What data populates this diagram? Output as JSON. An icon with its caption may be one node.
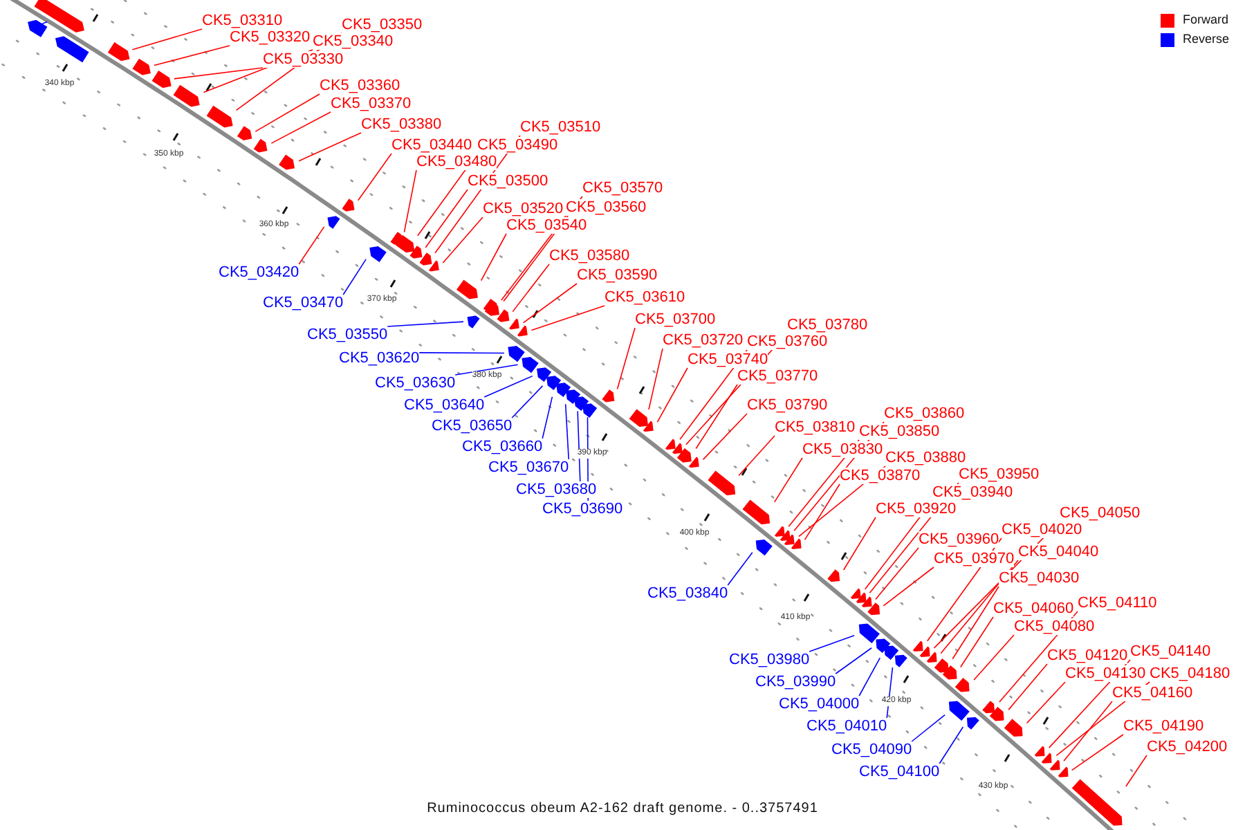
{
  "diagram": {
    "caption": "Ruminococcus obeum A2-162 draft genome. - 0..3757491",
    "nodes": [
      {
        "text": [
          "CK5_03310"
        ]
      },
      {
        "text": [],
        "shape": "bar"
      },
      {
        "text": [
          "CK5_03320"
        ]
      },
      {
        "text": [],
        "shape": "bar"
      },
      {
        "text": [
          "CK5_03350"
        ]
      },
      {
        "text": [],
        "shape": "bar"
      },
      {
        "text": [
          "CK5_03340"
        ]
      },
      {
        "text": [],
        "shape": "bar"
      },
      {
        "text": [
          "CK5_03330"
        ]
      },
      {
        "text": [],
        "shape": "bar"
      },
      {
        "text": [
          "CK5_03360"
        ]
      },
      {
        "text": [],
        "shape": "bar"
      },
      {
        "text": [
          "CK5_03370"
        ]
      },
      {
        "text": [],
        "shape": "bar"
      },
      {
        "text": [
          "CK5_03380"
        ]
      },
      {
        "text": [],
        "shape": "bar"
      },
      {
        "text": [
          "CK5_03440"
        ]
      },
      {
        "text": [],
        "shape": "bar"
      },
      {
        "text": [
          "CK5_03490"
        ]
      },
      {
        "text": [],
        "shape": "bar"
      },
      {
        "text": [
          "CK5_03510"
        ]
      },
      {
        "text": [],
        "shape": "bar"
      },
      {
        "text": [
          "CK5_03480"
        ]
      },
      {
        "text": [],
        "shape": "bar"
      },
      {
        "text": [
          "CK5_03500"
        ]
      },
      {
        "text": [],
        "shape": "bar"
      },
      {
        "text": [
          "CK5_03570"
        ]
      },
      {
        "text": [],
        "shape": "bar"
      },
      {
        "text": [
          "CK5_03560"
        ]
      },
      {
        "text": [],
        "shape": "bar"
      },
      {
        "text": [
          "CK5_03520"
        ]
      },
      {
        "text": [],
        "shape": "bar"
      },
      {
        "text": [
          "CK5_03540"
        ]
      },
      {
        "text": [],
        "shape": "bar"
      },
      {
        "text": [
          "CK5_03580"
        ]
      },
      {
        "text": [],
        "shape": "bar"
      },
      {
        "text": [
          "CK5_03590"
        ]
      },
      {
        "text": [],
        "shape": "bar"
      },
      {
        "text": [
          "CK5_03610"
        ]
      },
      {
        "text": [],
        "shape": "bar"
      },
      {
        "text": [
          "CK5_03700"
        ]
      },
      {
        "text": [],
        "shape": "bar"
      },
      {
        "text": [
          "CK5_03720"
        ]
      },
      {
        "text": [],
        "shape": "bar"
      },
      {
        "text": [
          "CK5_03760"
        ]
      },
      {
        "text": [],
        "shape": "bar"
      },
      {
        "text": [
          "CK5_03780"
        ]
      },
      {
        "text": [],
        "shape": "bar"
      },
      {
        "text": [
          "CK5_03740"
        ]
      },
      {
        "text": [],
        "shape": "bar"
      },
      {
        "text": [
          "CK5_03770"
        ]
      },
      {
        "text": [],
        "shape": "bar"
      },
      {
        "text": [
          "CK5_03790"
        ]
      },
      {
        "text": [],
        "shape": "bar"
      },
      {
        "text": [
          "CK5_03810"
        ]
      },
      {
        "text": [],
        "shape": "bar"
      },
      {
        "text": [
          "CK5_03860"
        ]
      },
      {
        "text": [],
        "shape": "bar"
      },
      {
        "text": [
          "CK5_03850"
        ]
      },
      {
        "text": [],
        "shape": "bar"
      },
      {
        "text": [
          "CK5_03830"
        ]
      },
      {
        "text": [],
        "shape": "bar"
      },
      {
        "text": [
          "CK5_03880"
        ]
      },
      {
        "text": [],
        "shape": "bar"
      },
      {
        "text": [
          "CK5_03870"
        ]
      },
      {
        "text": [],
        "shape": "bar"
      },
      {
        "text": [
          "CK5_03950"
        ]
      },
      {
        "text": [],
        "shape": "bar"
      },
      {
        "text": [
          "CK5_03940"
        ]
      },
      {
        "text": [],
        "shape": "bar"
      },
      {
        "text": [
          "CK5_03920"
        ]
      },
      {
        "text": [],
        "shape": "bar"
      },
      {
        "text": [
          "CK5_03960"
        ]
      },
      {
        "text": [],
        "shape": "bar"
      },
      {
        "text": [
          "CK5_04020"
        ]
      },
      {
        "text": [],
        "shape": "bar"
      },
      {
        "text": [
          "CK5_04050"
        ]
      },
      {
        "text": [],
        "shape": "bar"
      },
      {
        "text": [
          "CK5_03970"
        ]
      },
      {
        "text": [],
        "shape": "bar"
      },
      {
        "text": [
          "CK5_04040"
        ]
      },
      {
        "text": [],
        "shape": "bar"
      },
      {
        "text": [
          "CK5_04030"
        ]
      },
      {
        "text": [],
        "shape": "bar"
      },
      {
        "text": [
          "CK5_04110"
        ]
      },
      {
        "text": [],
        "shape": "bar"
      },
      {
        "text": [
          "CK5_04060"
        ]
      },
      {
        "text": [],
        "shape": "bar"
      },
      {
        "text": [
          "CK5_04080"
        ]
      },
      {
        "text": [],
        "shape": "bar"
      },
      {
        "text": [
          "CK5_04120"
        ]
      },
      {
        "text": [],
        "shape": "bar"
      },
      {
        "text": [
          "CK5_04140"
        ]
      },
      {
        "text": [],
        "shape": "bar"
      },
      {
        "text": [
          "CK5_04130"
        ]
      },
      {
        "text": [],
        "shape": "bar"
      },
      {
        "text": [
          "CK5_04180"
        ]
      },
      {
        "text": [],
        "shape": "bar"
      },
      {
        "text": [
          "CK5_04160"
        ]
      },
      {
        "text": [],
        "shape": "bar"
      },
      {
        "text": [
          "CK5_04190"
        ]
      },
      {
        "text": [],
        "shape": "bar"
      },
      {
        "text": [
          "CK5_04200"
        ]
      },
      {
        "text": [],
        "shape": "bar"
      },
      {
        "text": [
          "CK5_03420"
        ]
      },
      {
        "text": [],
        "shape": "bar"
      },
      {
        "text": [
          "CK5_03470"
        ]
      },
      {
        "text": [],
        "shape": "bar"
      },
      {
        "text": [
          "CK5_03550"
        ]
      },
      {
        "text": [],
        "shape": "bar"
      },
      {
        "text": [
          "CK5_03620"
        ]
      },
      {
        "text": [],
        "shape": "bar"
      },
      {
        "text": [
          "CK5_03630"
        ]
      },
      {
        "text": [],
        "shape": "bar"
      },
      {
        "text": [
          "CK5_03640"
        ]
      },
      {
        "text": [],
        "shape": "bar"
      },
      {
        "text": [
          "CK5_03650"
        ]
      },
      {
        "text": [],
        "shape": "bar"
      },
      {
        "text": [
          "CK5_03660"
        ]
      },
      {
        "text": [],
        "shape": "bar"
      },
      {
        "text": [
          "CK5_03670"
        ]
      },
      {
        "text": [],
        "shape": "bar"
      },
      {
        "text": [
          "CK5_03680"
        ]
      },
      {
        "text": [],
        "shape": "bar"
      },
      {
        "text": [
          "CK5_03690"
        ]
      },
      {
        "text": [],
        "shape": "bar"
      },
      {
        "text": [
          "CK5_03840"
        ]
      },
      {
        "text": [],
        "shape": "bar"
      },
      {
        "text": [
          "CK5_03980"
        ]
      },
      {
        "text": [],
        "shape": "bar"
      },
      {
        "text": [
          "CK5_03990"
        ]
      },
      {
        "text": [],
        "shape": "bar"
      },
      {
        "text": [
          "CK5_04000"
        ]
      },
      {
        "text": [],
        "shape": "bar"
      },
      {
        "text": [
          "CK5_04010"
        ]
      },
      {
        "text": [],
        "shape": "bar"
      },
      {
        "text": [
          "CK5_04090"
        ]
      },
      {
        "text": [],
        "shape": "bar"
      },
      {
        "text": [
          "CK5_04100"
        ]
      },
      {
        "text": [],
        "shape": "bar"
      },
      {
        "text": [],
        "shape": "bar"
      },
      {
        "text": [],
        "shape": "bar"
      },
      {
        "text": [],
        "shape": "bar"
      }
    ],
    "edges": [
      {
        "from": 0,
        "to": 1,
        "arrow": "none"
      },
      {
        "from": 2,
        "to": 3,
        "arrow": "none"
      },
      {
        "from": 4,
        "to": 5,
        "arrow": "none"
      },
      {
        "from": 6,
        "to": 7,
        "arrow": "none"
      },
      {
        "from": 8,
        "to": 9,
        "arrow": "none"
      },
      {
        "from": 10,
        "to": 11,
        "arrow": "none"
      },
      {
        "from": 12,
        "to": 13,
        "arrow": "none"
      },
      {
        "from": 14,
        "to": 15,
        "arrow": "none"
      },
      {
        "from": 16,
        "to": 17,
        "arrow": "none"
      },
      {
        "from": 18,
        "to": 19,
        "arrow": "none"
      },
      {
        "from": 20,
        "to": 21,
        "arrow": "none"
      },
      {
        "from": 22,
        "to": 23,
        "arrow": "none"
      },
      {
        "from": 24,
        "to": 25,
        "arrow": "none"
      },
      {
        "from": 26,
        "to": 27,
        "arrow": "none"
      },
      {
        "from": 28,
        "to": 29,
        "arrow": "none"
      },
      {
        "from": 30,
        "to": 31,
        "arrow": "none"
      },
      {
        "from": 32,
        "to": 33,
        "arrow": "none"
      },
      {
        "from": 34,
        "to": 35,
        "arrow": "none"
      },
      {
        "from": 36,
        "to": 37,
        "arrow": "none"
      },
      {
        "from": 38,
        "to": 39,
        "arrow": "none"
      },
      {
        "from": 40,
        "to": 41,
        "arrow": "none"
      },
      {
        "from": 42,
        "to": 43,
        "arrow": "none"
      },
      {
        "from": 44,
        "to": 45,
        "arrow": "none"
      },
      {
        "from": 46,
        "to": 47,
        "arrow": "none"
      },
      {
        "from": 48,
        "to": 49,
        "arrow": "none"
      },
      {
        "from": 50,
        "to": 51,
        "arrow": "none"
      },
      {
        "from": 52,
        "to": 53,
        "arrow": "none"
      },
      {
        "from": 54,
        "to": 55,
        "arrow": "none"
      },
      {
        "from": 56,
        "to": 57,
        "arrow": "none"
      },
      {
        "from": 58,
        "to": 59,
        "arrow": "none"
      },
      {
        "from": 60,
        "to": 61,
        "arrow": "none"
      },
      {
        "from": 62,
        "to": 63,
        "arrow": "none"
      },
      {
        "from": 64,
        "to": 65,
        "arrow": "none"
      },
      {
        "from": 66,
        "to": 67,
        "arrow": "none"
      },
      {
        "from": 68,
        "to": 69,
        "arrow": "none"
      },
      {
        "from": 70,
        "to": 71,
        "arrow": "none"
      },
      {
        "from": 72,
        "to": 73,
        "arrow": "none"
      },
      {
        "from": 74,
        "to": 75,
        "arrow": "none"
      },
      {
        "from": 76,
        "to": 77,
        "arrow": "none"
      },
      {
        "from": 78,
        "to": 79,
        "arrow": "none"
      },
      {
        "from": 80,
        "to": 81,
        "arrow": "none"
      },
      {
        "from": 82,
        "to": 83,
        "arrow": "none"
      },
      {
        "from": 84,
        "to": 85,
        "arrow": "none"
      },
      {
        "from": 86,
        "to": 87,
        "arrow": "none"
      },
      {
        "from": 88,
        "to": 89,
        "arrow": "none"
      },
      {
        "from": 90,
        "to": 91,
        "arrow": "none"
      },
      {
        "from": 92,
        "to": 93,
        "arrow": "none"
      },
      {
        "from": 94,
        "to": 95,
        "arrow": "none"
      },
      {
        "from": 96,
        "to": 97,
        "arrow": "none"
      },
      {
        "from": 98,
        "to": 99,
        "arrow": "none"
      },
      {
        "from": 100,
        "to": 101,
        "arrow": "none"
      },
      {
        "from": 102,
        "to": 103,
        "arrow": "none"
      },
      {
        "from": 104,
        "to": 105,
        "arrow": "none"
      },
      {
        "from": 106,
        "to": 107,
        "arrow": "none",
        "color": "#0000ff"
      },
      {
        "from": 108,
        "to": 109,
        "arrow": "none",
        "color": "#0000ff"
      },
      {
        "from": 110,
        "to": 111,
        "arrow": "none",
        "color": "#0000ff"
      },
      {
        "from": 112,
        "to": 113,
        "arrow": "none",
        "color": "#0000ff"
      },
      {
        "from": 114,
        "to": 115,
        "arrow": "none",
        "color": "#0000ff"
      },
      {
        "from": 116,
        "to": 117,
        "arrow": "none",
        "color": "#0000ff"
      },
      {
        "from": 118,
        "to": 119,
        "arrow": "none",
        "color": "#0000ff"
      },
      {
        "from": 120,
        "to": 121,
        "arrow": "none",
        "color": "#0000ff"
      },
      {
        "from": 122,
        "to": 123,
        "arrow": "none",
        "color": "#0000ff"
      },
      {
        "from": 124,
        "to": 125,
        "arrow": "none",
        "color": "#0000ff"
      },
      {
        "from": 126,
        "to": 127,
        "arrow": "none",
        "color": "#0000ff"
      },
      {
        "from": 128,
        "to": 129,
        "arrow": "none",
        "color": "#0000ff"
      },
      {
        "from": 130,
        "to": 131,
        "arrow": "none",
        "color": "#0000ff"
      },
      {
        "from": 132,
        "to": 133,
        "arrow": "none",
        "color": "#0000ff"
      },
      {
        "from": 134,
        "to": 135,
        "arrow": "none",
        "color": "#0000ff"
      },
      {
        "from": 136,
        "to": 137,
        "arrow": "none",
        "color": "#0000ff"
      },
      {
        "from": 138,
        "to": 139,
        "arrow": "none",
        "color": "#0000ff"
      },
      {
        "from": 140,
        "to": 141,
        "arrow": "none",
        "color": "#0000ff"
      }
    ],
    "labels": [
      "340 kbp",
      "350 kbp",
      "360 kbp",
      "370 kbp",
      "380 kbp",
      "390 kbp",
      "400 kbp",
      "410 kbp",
      "420 kbp",
      "430 kbp"
    ],
    "legend": [
      {
        "text": "Forward",
        "color": "#ff0000"
      },
      {
        "text": "Reverse",
        "color": "#0000ff"
      }
    ]
  }
}
